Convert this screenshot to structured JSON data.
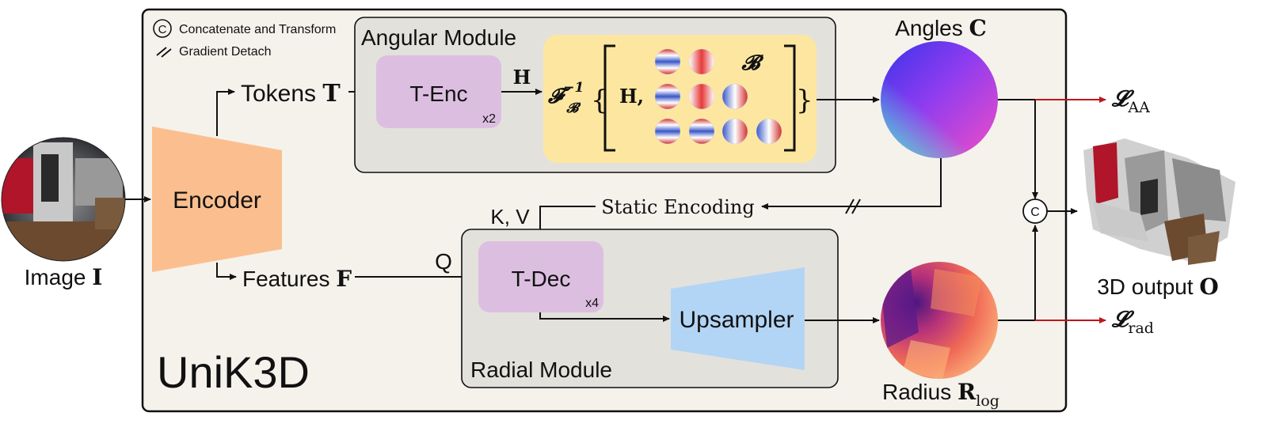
{
  "legend": {
    "concat_symbol": "C",
    "concat_label": "Concatenate and Transform",
    "detach_label": "Gradient Detach"
  },
  "framework_title": "UniK3D",
  "input": {
    "label_text": "Image ",
    "label_symbol": "I"
  },
  "encoder": {
    "label": "Encoder"
  },
  "tokens": {
    "label_text": "Tokens ",
    "label_symbol": "T"
  },
  "features": {
    "label_text": "Features ",
    "label_symbol": "F"
  },
  "angular_module": {
    "title": "Angular Module",
    "tenc": {
      "label": "T-Enc",
      "repeat": "x2"
    },
    "h_label": "H",
    "inverse_op": "𝓕",
    "inverse_sup": "−1",
    "inverse_sub": "𝓑",
    "h_in_brace": "H,",
    "basis_symbol": "𝓑"
  },
  "angles": {
    "label_text": "Angles ",
    "label_symbol": "C"
  },
  "static_encoding": {
    "label": "Static Encoding"
  },
  "kv_label": "K, V",
  "q_label": "Q",
  "radial_module": {
    "title": "Radial Module",
    "tdec": {
      "label": "T-Dec",
      "repeat": "x4"
    },
    "upsampler": {
      "label": "Upsampler"
    }
  },
  "radius": {
    "label_text": "Radius ",
    "label_symbol": "R",
    "label_sub": "log"
  },
  "concat_node": "C",
  "loss_aa": {
    "symbol": "𝓛",
    "sub": "AA"
  },
  "loss_rad": {
    "symbol": "𝓛",
    "sub": "rad"
  },
  "output": {
    "label_text": "3D output ",
    "label_symbol": "O"
  },
  "colors": {
    "framework_bg": "#f5f2ec",
    "module_bg": "#e3e1dc",
    "encoder": "#fbbf8f",
    "transformer_block": "#dcbfe0",
    "inverse_box": "#fde7a0",
    "upsampler": "#b3d5f5",
    "loss_arrow": "#c0151b"
  }
}
